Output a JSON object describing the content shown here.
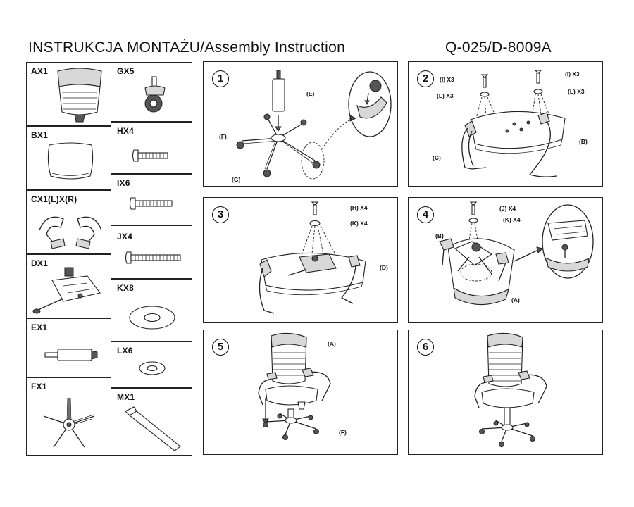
{
  "header": {
    "title_left": "INSTRUKCJA  MONTAŻU/Assembly  Instruction",
    "title_right": "Q-025/D-8009A"
  },
  "parts": {
    "ax1": "AX1",
    "bx1": "BX1",
    "cx1": "CX1(L)X(R)",
    "dx1": "DX1",
    "ex1": "EX1",
    "fx1": "FX1",
    "gx5": "GX5",
    "hx4": "HX4",
    "ix6": "IX6",
    "jx4": "JX4",
    "kx8": "KX8",
    "lx6": "LX6",
    "mx1": "MX1"
  },
  "steps": {
    "s1": {
      "num": "1",
      "e": "(E)",
      "f": "(F)",
      "g": "(G)"
    },
    "s2": {
      "num": "2",
      "i_left": "(I) X3",
      "l_left": "(L) X3",
      "i_right": "(I) X3",
      "l_right": "(L) X3",
      "b": "(B)",
      "c": "(C)"
    },
    "s3": {
      "num": "3",
      "h": "(H) X4",
      "k": "(K) X4",
      "d": "(D)"
    },
    "s4": {
      "num": "4",
      "j": "(J) X4",
      "k": "(K) X4",
      "b": "(B)",
      "a": "(A)"
    },
    "s5": {
      "num": "5",
      "a": "(A)",
      "f": "(F)"
    },
    "s6": {
      "num": "6"
    }
  }
}
